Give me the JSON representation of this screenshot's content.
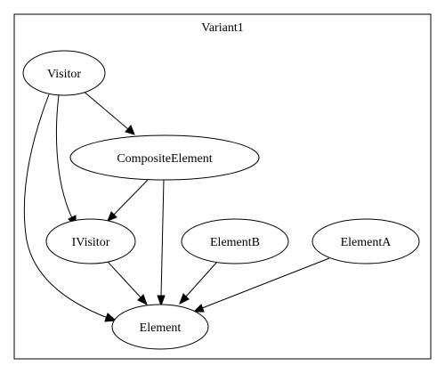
{
  "cluster": {
    "label": "Variant1"
  },
  "nodes": {
    "visitor": "Visitor",
    "composite_element": "CompositeElement",
    "ivisitor": "IVisitor",
    "element_b": "ElementB",
    "element_a": "ElementA",
    "element": "Element"
  },
  "edges": [
    {
      "from": "Visitor",
      "to": "CompositeElement"
    },
    {
      "from": "Visitor",
      "to": "IVisitor"
    },
    {
      "from": "Visitor",
      "to": "Element"
    },
    {
      "from": "CompositeElement",
      "to": "IVisitor"
    },
    {
      "from": "CompositeElement",
      "to": "Element"
    },
    {
      "from": "IVisitor",
      "to": "Element"
    },
    {
      "from": "ElementB",
      "to": "Element"
    },
    {
      "from": "ElementA",
      "to": "Element"
    }
  ],
  "colors": {
    "stroke": "#000000",
    "fill": "#ffffff",
    "background": "#ffffff"
  }
}
